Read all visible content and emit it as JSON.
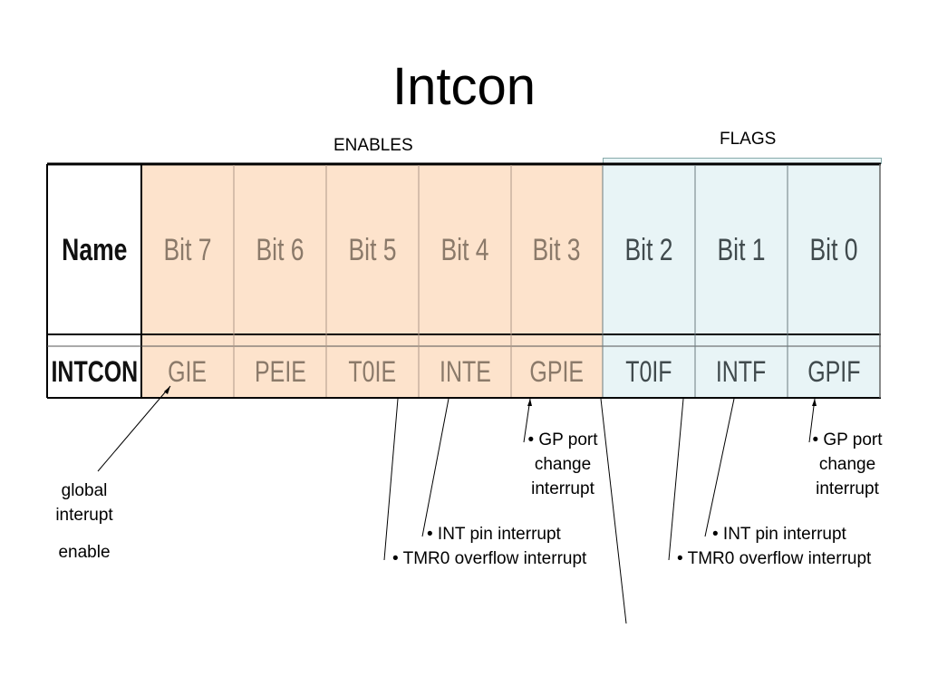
{
  "title": "Intcon",
  "group_labels": {
    "enables": "ENABLES",
    "flags": "FLAGS"
  },
  "table": {
    "header_row": [
      "Name",
      "Bit 7",
      "Bit 6",
      "Bit 5",
      "Bit 4",
      "Bit 3",
      "Bit 2",
      "Bit 1",
      "Bit 0"
    ],
    "value_row": [
      "INTCON",
      "GIE",
      "PEIE",
      "T0IE",
      "INTE",
      "GPIE",
      "T0IF",
      "INTF",
      "GPIF"
    ]
  },
  "annotations": {
    "gie": {
      "line1": "global",
      "line2": "interupt",
      "line3": "enable"
    },
    "gpie": {
      "line1": "• GP port",
      "line2": "change",
      "line3": "interrupt"
    },
    "gpif": {
      "line1": "• GP port",
      "line2": "change",
      "line3": "interrupt"
    },
    "inte": "• INT pin interrupt",
    "t0ie": "• TMR0 overflow interrupt",
    "intf": "• INT pin interrupt",
    "t0if": "• TMR0 overflow interrupt"
  },
  "colors": {
    "enables_fill": "#fde3cc",
    "flags_fill": "#e8f4f6",
    "enables_text": "#8b7a6a",
    "flags_text": "#404a4d"
  }
}
